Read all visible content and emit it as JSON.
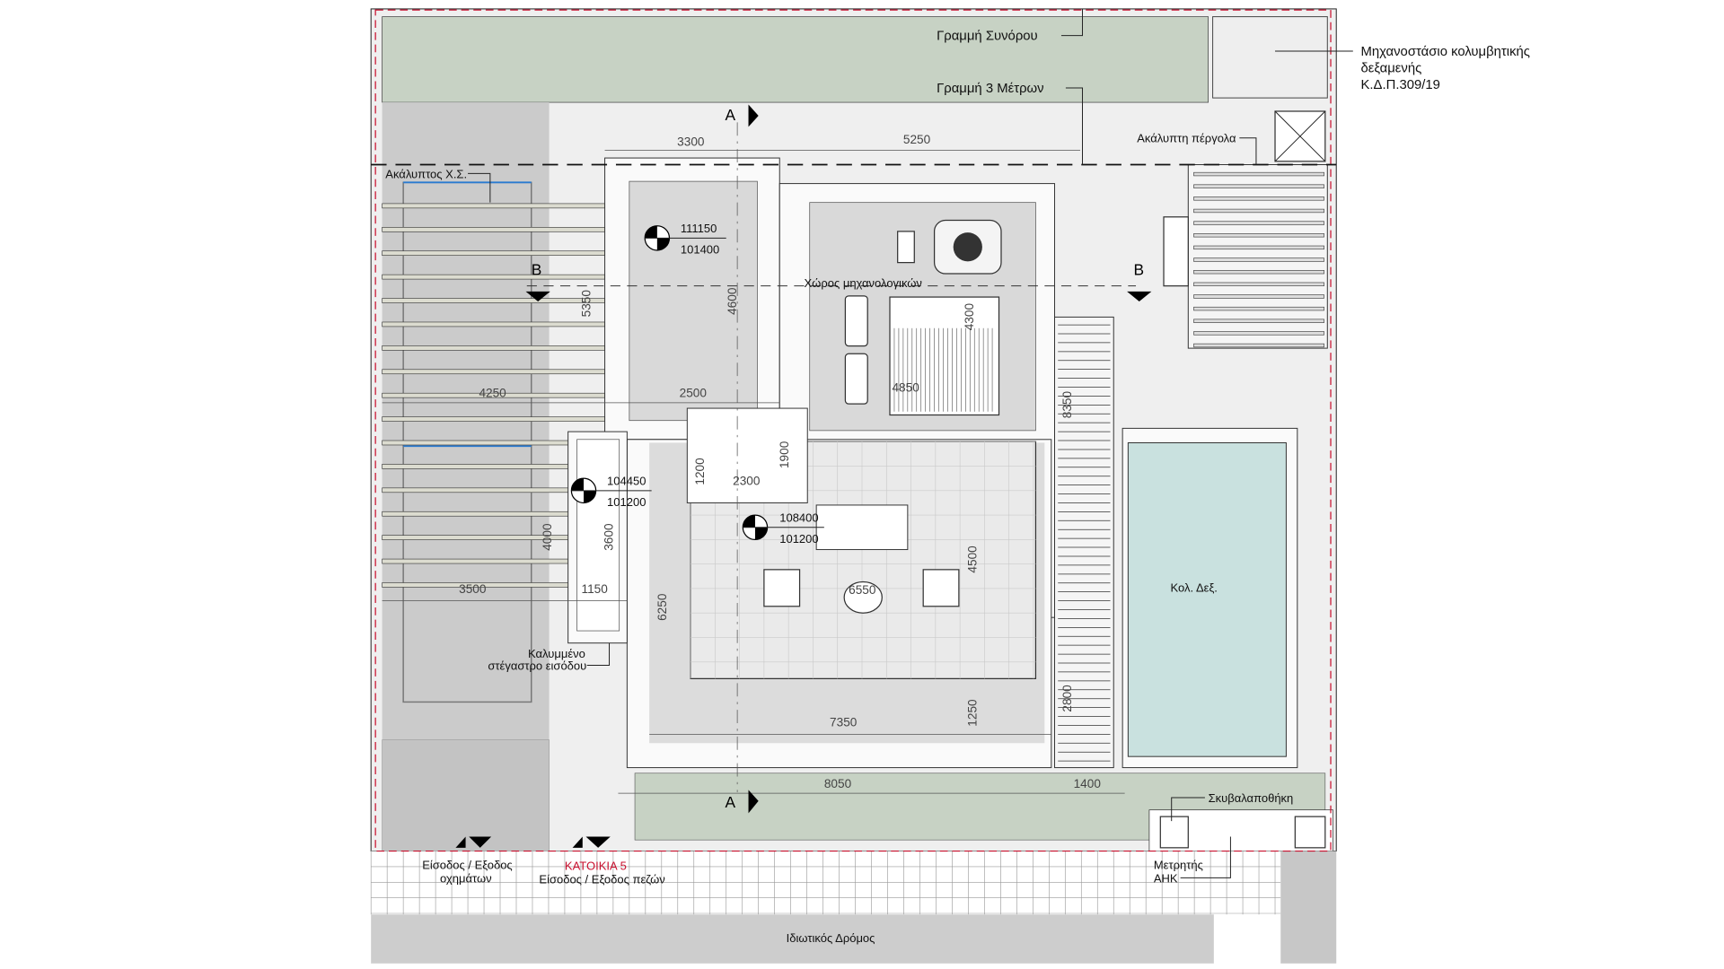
{
  "colors": {
    "green_zone": "#c7d2c4",
    "pool": "#c9e1df",
    "parking": "#c9c9c9",
    "room": "#d9d9d9",
    "ground": "#efefef",
    "road": "#cdcdcd",
    "property_line": "#c8102e"
  },
  "labels": {
    "boundary_line": "Γραμμή Συνόρου",
    "three_meter_line": "Γραμμή 3 Μέτρων",
    "pool_machine_room_1": "Μηχανοστάσιο κολυμβητικής",
    "pool_machine_room_2": "δεξαμενής",
    "pool_machine_room_3": "Κ.Δ.Π.309/19",
    "open_pergola": "Ακάλυπτη πέργολα",
    "open_green": "Ακάλυπτος Χ.Σ.",
    "mechanical_room": "Χώρος μηχανολογικών",
    "pool": "Κολ. Δεξ.",
    "covered_canopy_1": "Καλυμμένο",
    "covered_canopy_2": "στέγαστρο εισόδου",
    "refuse_store": "Σκυβαλαποθήκη",
    "vehicle_entry_1": "Είσοδος / Εξοδος",
    "vehicle_entry_2": "οχημάτων",
    "house_number": "ΚΑΤΟΙΚΙΑ 5",
    "pedestrian_entry": "Είσοδος / Εξοδος πεζών",
    "meter_1": "Μετρητής",
    "meter_2": "ΑΗΚ",
    "private_road": "Ιδιωτικός Δρόμος"
  },
  "sections": {
    "a": "A",
    "b": "B"
  },
  "elevations": [
    {
      "top": "111150",
      "bottom": "101400"
    },
    {
      "top": "104450",
      "bottom": "101200"
    },
    {
      "top": "108400",
      "bottom": "101200"
    }
  ],
  "dimensions": {
    "d3300": "3300",
    "d5250": "5250",
    "d5350": "5350",
    "d4600": "4600",
    "d4300": "4300",
    "d4850": "4850",
    "d8350": "8350",
    "d4250": "4250",
    "d2500": "2500",
    "d1200": "1200",
    "d1900": "1900",
    "d2300": "2300",
    "d4000": "4000",
    "d3600": "3600",
    "d3500": "3500",
    "d1150": "1150",
    "d6250": "6250",
    "d4500": "4500",
    "d6550": "6550",
    "d2800": "2800",
    "d1250": "1250",
    "d7350": "7350",
    "d8050": "8050",
    "d1400": "1400"
  }
}
